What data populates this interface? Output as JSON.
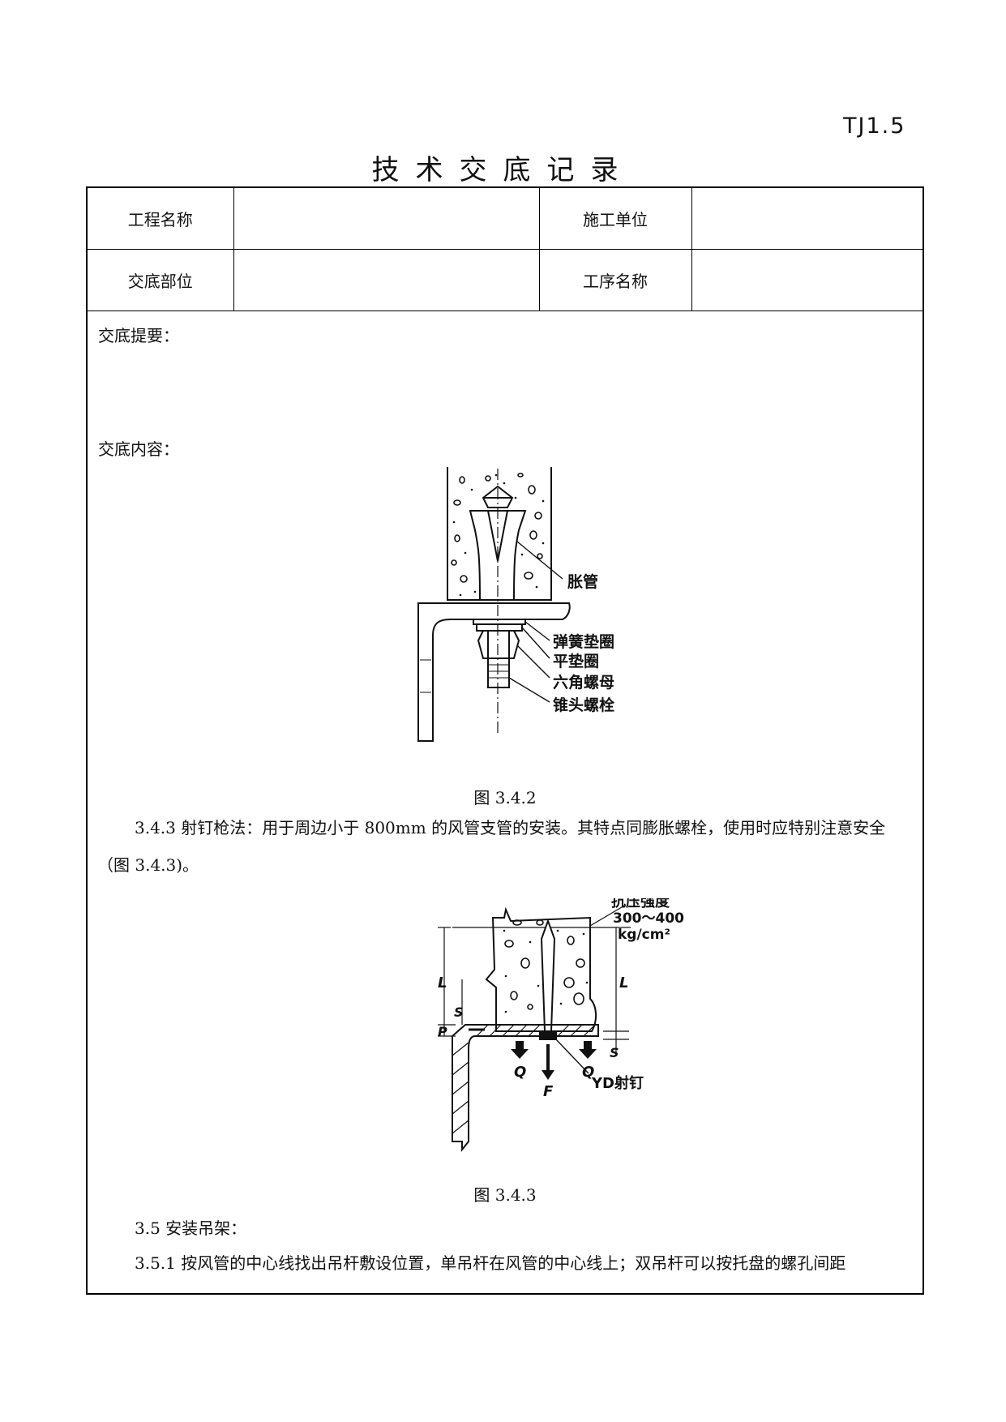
{
  "header": {
    "code": "TJ1.5",
    "title": "技术交底记录"
  },
  "info": {
    "project_name_label": "工程名称",
    "project_name_value": "",
    "contractor_label": "施工单位",
    "contractor_value": "",
    "location_label": "交底部位",
    "location_value": "",
    "process_label": "工序名称",
    "process_value": ""
  },
  "summary_label": "交底提要：",
  "content_label": "交底内容：",
  "figure1": {
    "caption": "图 3.4.2",
    "labels": [
      "胀管",
      "弹簧垫圈",
      "平垫圈",
      "六角螺母",
      "锥头螺栓"
    ]
  },
  "para_343": "3.4.3 射钉枪法：用于周边小于 800mm 的风管支管的安装。其特点同膨胀螺栓，使用时应特别注意安全（图 3.4.3)。",
  "figure2": {
    "caption": "图 3.4.3",
    "strength_label": "抗压强度",
    "strength_range": "300～400",
    "strength_unit": "kg/cm²",
    "dim_L": "L",
    "dim_S": "S",
    "dim_P": "P",
    "force_Q": "Q",
    "force_F": "F",
    "nail_label": "YD射钉"
  },
  "para_35": "3.5 安装吊架：",
  "para_351": "3.5.1 按风管的中心线找出吊杆敷设位置，单吊杆在风管的中心线上；双吊杆可以按托盘的螺孔间距"
}
